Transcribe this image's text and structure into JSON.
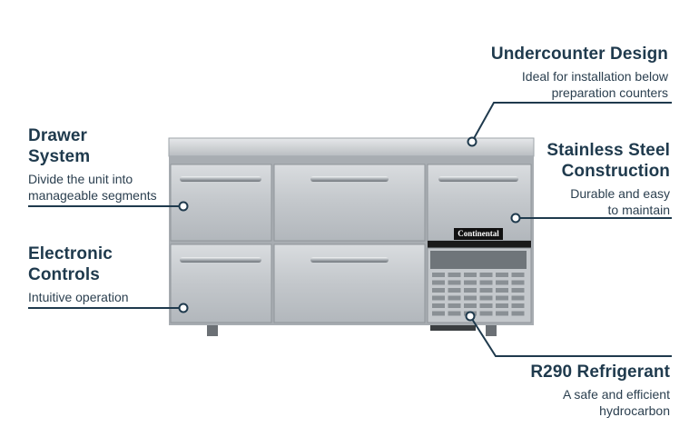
{
  "colors": {
    "accent": "#1f3a4d",
    "steel": "#c9cdd1",
    "steel_dark": "#9ea4aa",
    "panel_black": "#111111"
  },
  "icons": [
    "dot-marker-icon"
  ],
  "callouts": {
    "undercounter": {
      "title": "Undercounter Design",
      "desc_lines": [
        "Ideal for installation below",
        "preparation counters"
      ]
    },
    "drawer": {
      "title_lines": [
        "Drawer",
        "System"
      ],
      "desc_lines": [
        "Divide the unit into",
        "manageable segments"
      ]
    },
    "stainless": {
      "title_lines": [
        "Stainless Steel",
        "Construction"
      ],
      "desc_lines": [
        "Durable and easy",
        "to maintain"
      ]
    },
    "electronic": {
      "title_lines": [
        "Electronic",
        "Controls"
      ],
      "desc_lines": [
        "Intuitive operation"
      ]
    },
    "r290": {
      "title": "R290 Refrigerant",
      "desc_lines": [
        "A safe and efficient",
        "hydrocarbon"
      ]
    }
  },
  "product": {
    "brand_label": "Continental"
  }
}
